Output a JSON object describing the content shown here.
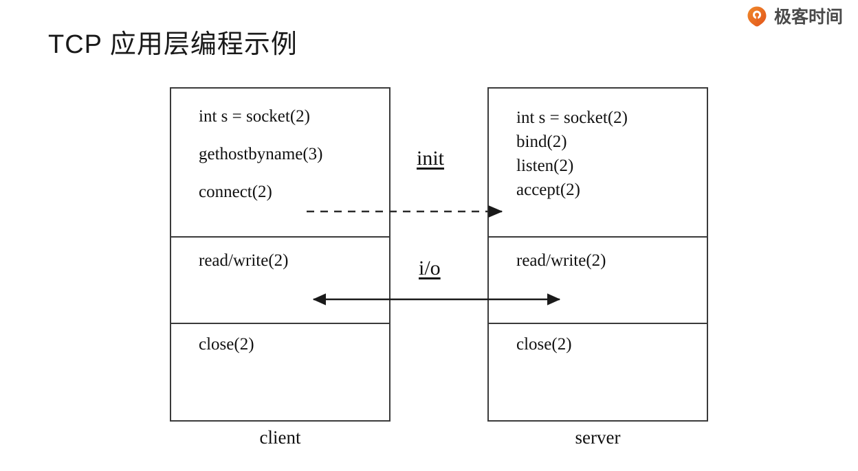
{
  "brand": {
    "logo_icon": "geektime-circle-logo-icon",
    "name": "极客时间",
    "accent_color": "#E8651B"
  },
  "slide": {
    "title": "TCP 应用层编程示例"
  },
  "diagram": {
    "type": "sequence-block-diagram",
    "columns": [
      {
        "id": "client",
        "caption": "client",
        "sections": [
          {
            "id": "client-init",
            "phase": "init",
            "lines": [
              "int s = socket(2)",
              "gethostbyname(3)",
              "connect(2)"
            ]
          },
          {
            "id": "client-io",
            "phase": "i/o",
            "lines": [
              "read/write(2)"
            ]
          },
          {
            "id": "client-close",
            "phase": "close",
            "lines": [
              "close(2)"
            ]
          }
        ]
      },
      {
        "id": "server",
        "caption": "server",
        "sections": [
          {
            "id": "server-init",
            "phase": "init",
            "lines": [
              "int s = socket(2)",
              "bind(2)",
              "listen(2)",
              "accept(2)"
            ]
          },
          {
            "id": "server-io",
            "phase": "i/o",
            "lines": [
              "read/write(2)"
            ]
          },
          {
            "id": "server-close",
            "phase": "close",
            "lines": [
              "close(2)"
            ]
          }
        ]
      }
    ],
    "channel_labels": [
      {
        "id": "init",
        "text": "init",
        "underlined": true
      },
      {
        "id": "io",
        "text": "i/o",
        "underlined": true
      }
    ],
    "arrows": [
      {
        "id": "connect-to-accept",
        "style": "dashed",
        "direction": "left-to-right",
        "from": "connect(2)",
        "to": "accept(2)"
      },
      {
        "id": "read-write-bidirectional",
        "style": "solid",
        "direction": "bidirectional",
        "from": "read/write(2)",
        "to": "read/write(2)"
      }
    ],
    "stroke_color": "#3a3a3a"
  }
}
